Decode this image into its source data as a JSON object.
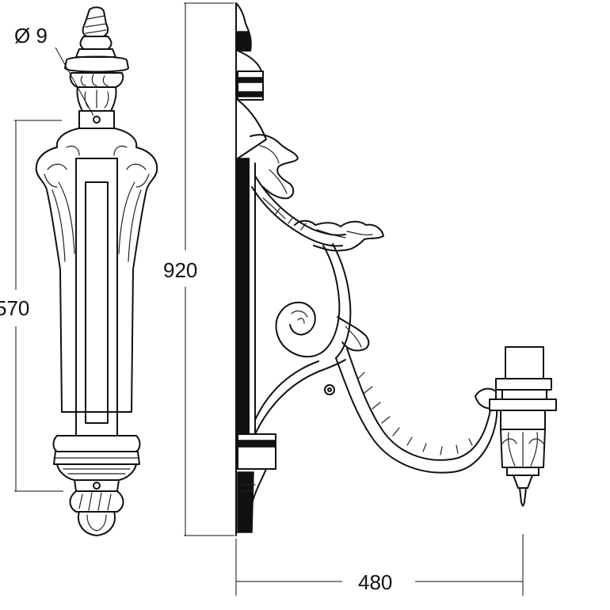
{
  "drawing": {
    "dimensions": {
      "hole_diameter": "Ø 9",
      "mount_height": "570",
      "total_height": "920",
      "projection": "480"
    },
    "colors": {
      "line": "#111111",
      "background": "#ffffff"
    }
  }
}
